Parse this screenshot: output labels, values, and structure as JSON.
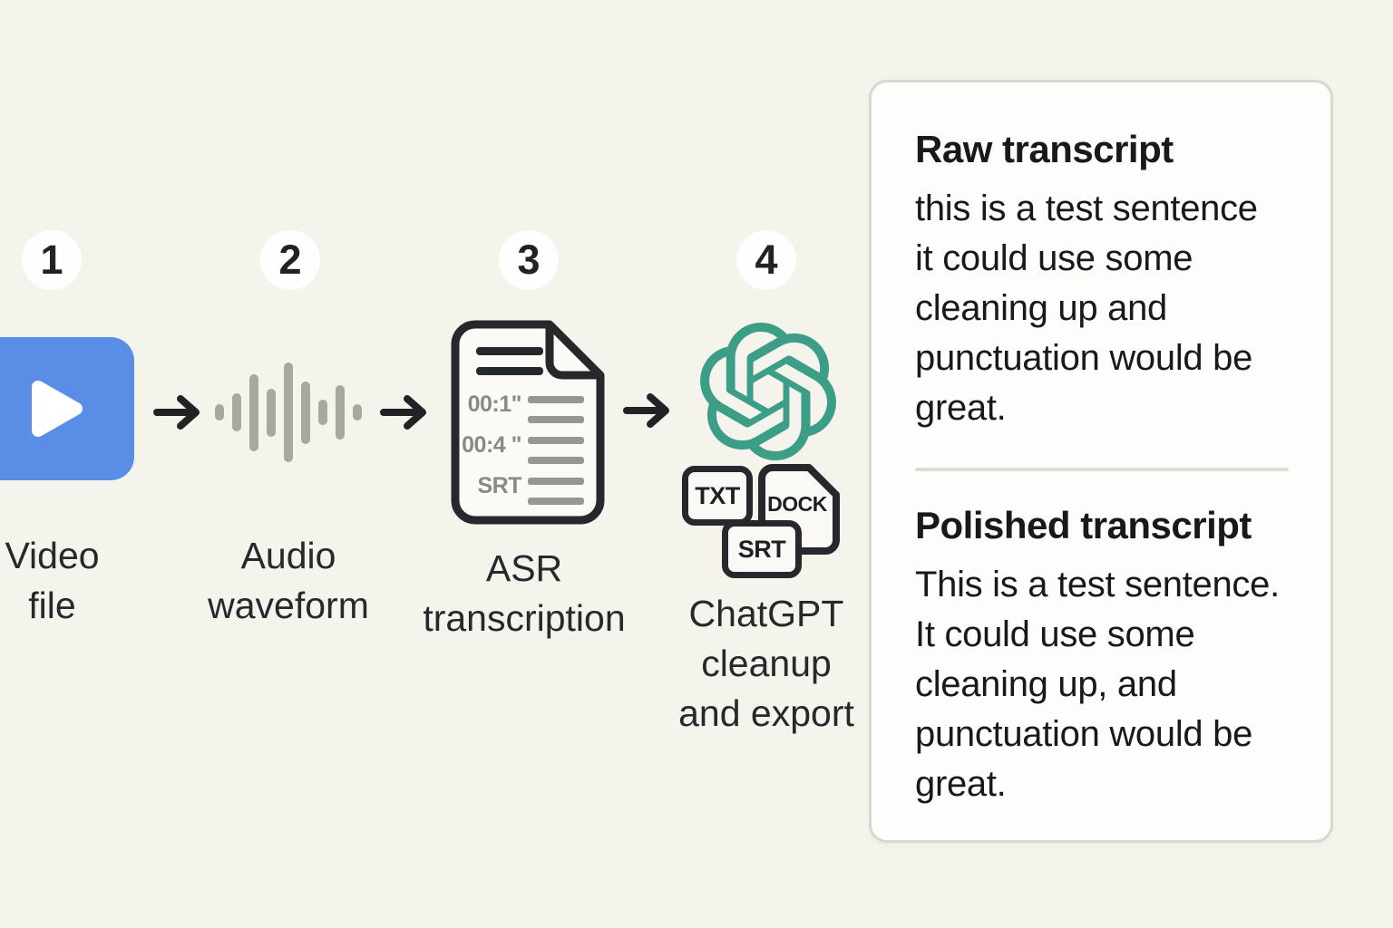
{
  "colors": {
    "background": "#f4f3ec",
    "video_blue": "#5a8ee6",
    "chatgpt_teal": "#3d9e88",
    "ink_dark": "#26282b",
    "waveform_gray": "#a8a7a0",
    "doc_line_gray": "#97978f",
    "panel_background": "#fdfdfb",
    "panel_border": "#d8d7d0"
  },
  "steps": [
    {
      "number": "1",
      "label": "Video\nfile",
      "icon": "video-play-icon"
    },
    {
      "number": "2",
      "label": "Audio\nwaveform",
      "icon": "audio-waveform-icon"
    },
    {
      "number": "3",
      "label": "ASR\ntranscription",
      "icon": "transcript-document-icon",
      "doc_rows": [
        "00:1\"",
        "00:4 \"",
        "SRT"
      ]
    },
    {
      "number": "4",
      "label": "ChatGPT\ncleanup\nand export",
      "icon": "chatgpt-logo",
      "export_badges": [
        "TXT",
        "DOCK",
        "SRT"
      ]
    }
  ],
  "waveform_bars": [
    18,
    42,
    85,
    53,
    110,
    69,
    28,
    60,
    18
  ],
  "panel": {
    "raw": {
      "title": "Raw transcript",
      "body": "this is a test sentence\nit could use some\ncleaning up and\npunctuation would be\ngreat."
    },
    "polished": {
      "title": "Polished transcript",
      "body": "This is a test sentence.\nIt could use some\ncleaning up, and\npunctuation would be\ngreat."
    }
  }
}
